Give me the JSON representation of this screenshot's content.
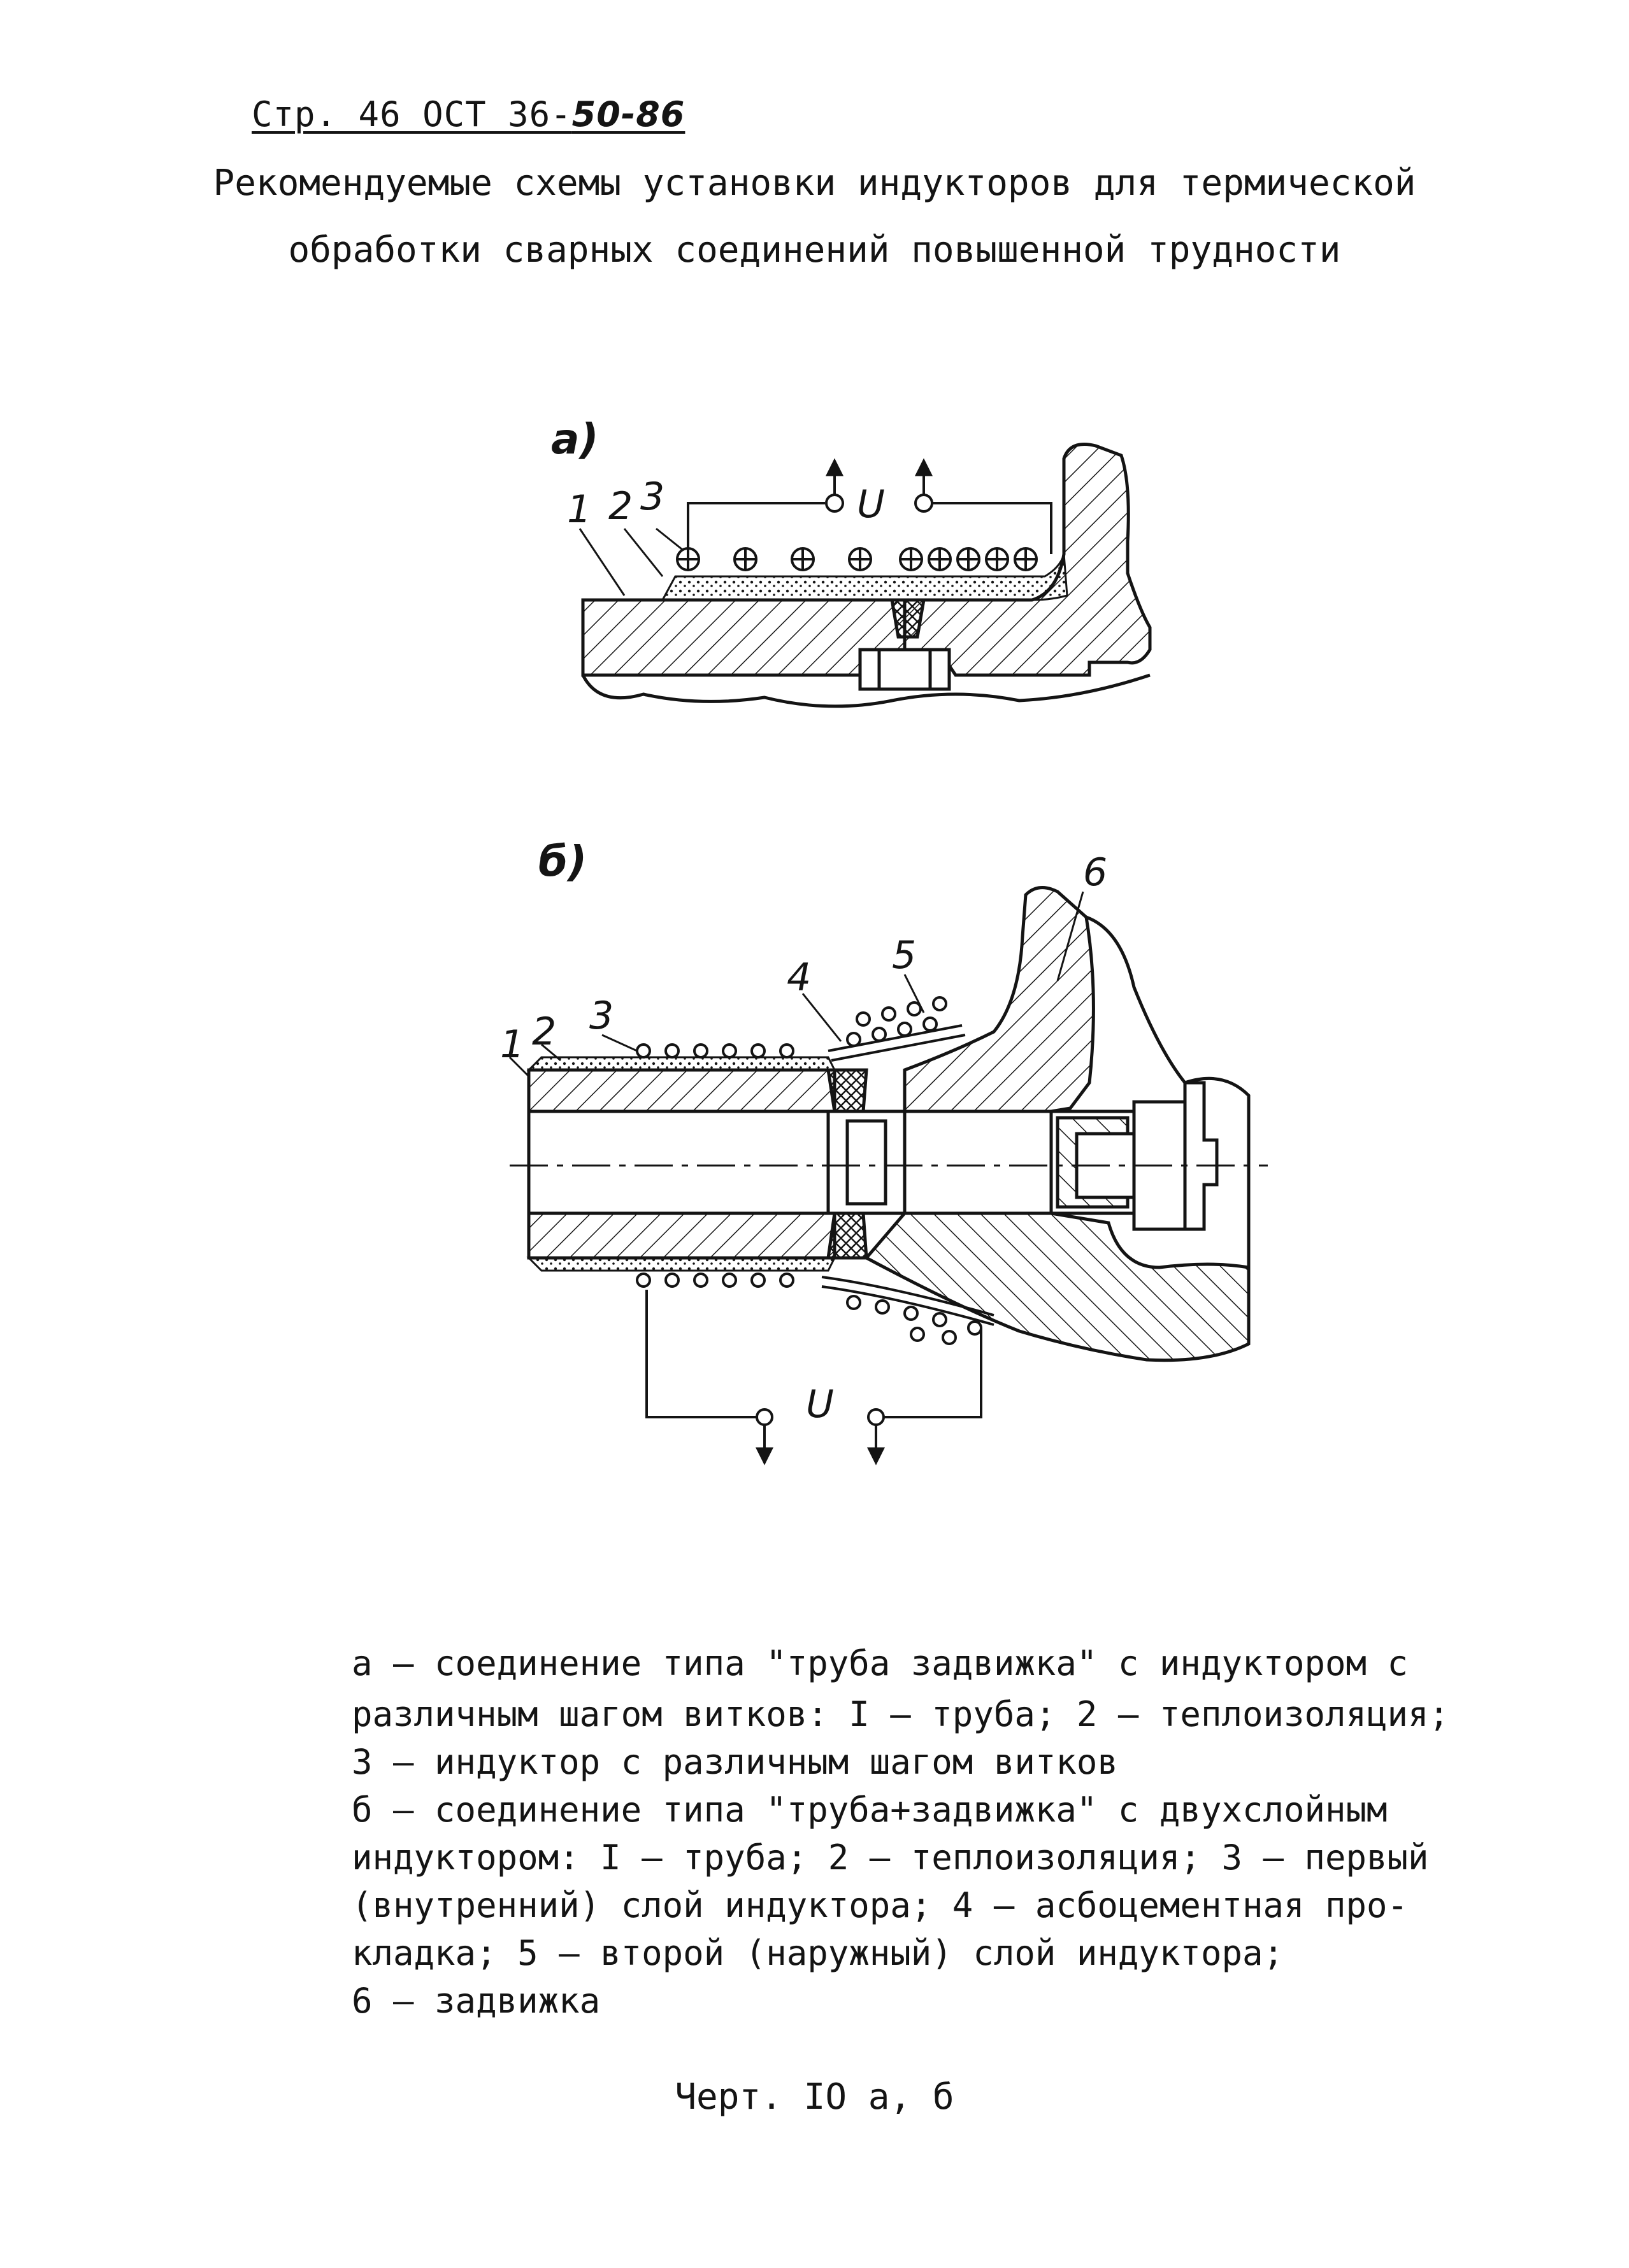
{
  "header": {
    "prefix": "Стр. 46 ОСТ 36-",
    "handwritten_number": "50-86"
  },
  "title": {
    "line1": "Рекомендуемые схемы установки индукторов для термической",
    "line2": "обработки сварных соединений повышенной трудности"
  },
  "figure_a": {
    "label": "а)",
    "voltage": "U",
    "callouts": [
      "1",
      "2",
      "3"
    ]
  },
  "figure_b": {
    "label": "б)",
    "voltage": "U",
    "callouts": [
      "1",
      "2",
      "3",
      "4",
      "5",
      "6"
    ]
  },
  "legend": {
    "lines": [
      "а – соединение типа \"труба задвижка\" с индуктором с",
      "различным шагом витков: I – труба; 2 – теплоизоляция;",
      "3 – индуктор с различным шагом витков",
      "б – соединение типа \"труба+задвижка\" с двухслойным",
      "индуктором: I – труба; 2 – теплоизоляция; 3 – первый",
      "(внутренний) слой индуктора; 4 – асбоцементная про-",
      "кладка; 5 – второй (наружный) слой индуктора;",
      "6 – задвижка"
    ]
  },
  "figure_caption": "Черт. IO а, б"
}
